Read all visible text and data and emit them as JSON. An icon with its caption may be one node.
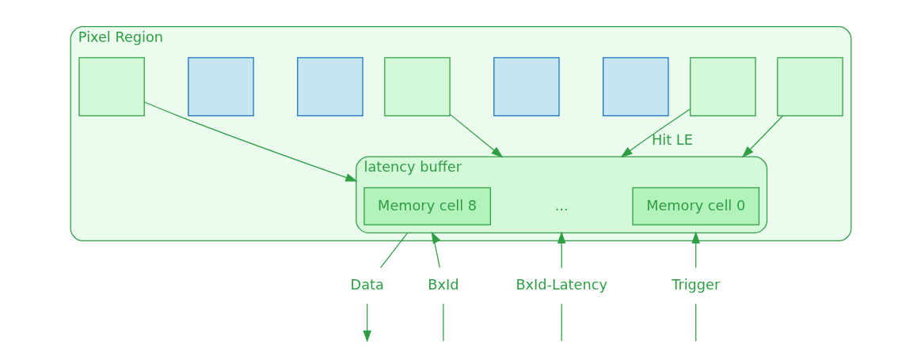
{
  "diagram": {
    "nodes": [
      {
        "text": [
          "Pixel Region"
        ]
      },
      {
        "text": [],
        "shape": "box",
        "in": 0
      },
      {
        "text": [],
        "shape": "box",
        "in": 0
      },
      {
        "text": [],
        "shape": "box",
        "in": 0
      },
      {
        "text": [],
        "shape": "box",
        "in": 0
      },
      {
        "text": [
          "latency buffer"
        ],
        "in": 0
      },
      {
        "text": [
          "Memory cell 0"
        ],
        "in": 5
      },
      {
        "text": [
          "..."
        ],
        "in": 5
      },
      {
        "text": [
          "Memory cell 8"
        ],
        "in": 5
      },
      {
        "text": [],
        "shape": "box",
        "in": 0
      },
      {
        "text": [],
        "shape": "box",
        "in": 0
      },
      {
        "text": [],
        "shape": "box",
        "in": 0
      },
      {
        "text": [],
        "shape": "box",
        "in": 0
      },
      {
        "text": [
          "Data"
        ]
      },
      {
        "text": [
          "Trigger"
        ]
      },
      {
        "text": [
          "BxId-Latency"
        ]
      },
      {
        "text": [
          "BxId"
        ]
      }
    ],
    "edges": [
      {
        "from": 1,
        "to": 5,
        "arrow": "to",
        "label": "Hit LE"
      },
      {
        "from": 2,
        "to": 5,
        "arrow": "to"
      },
      {
        "from": 9,
        "to": 5,
        "arrow": "to"
      },
      {
        "from": 10,
        "to": 5,
        "arrow": "to"
      },
      {
        "from": 5,
        "to": 13,
        "arrow": "none"
      },
      {
        "from": 13,
        "to": null,
        "arrow": "to"
      },
      {
        "from": null,
        "to": 14,
        "arrow": "none"
      },
      {
        "from": 14,
        "to": 5,
        "arrow": "to"
      },
      {
        "from": null,
        "to": 15,
        "arrow": "none"
      },
      {
        "from": 15,
        "to": 5,
        "arrow": "to"
      },
      {
        "from": null,
        "to": 16,
        "arrow": "none"
      },
      {
        "from": 16,
        "to": 5,
        "arrow": "to"
      }
    ]
  }
}
